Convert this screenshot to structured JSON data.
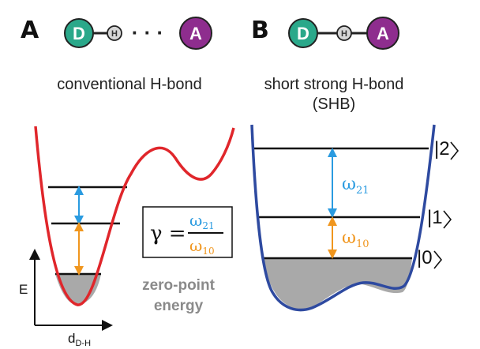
{
  "panel_a": {
    "letter": "A",
    "donor": "D",
    "hydrogen": "H",
    "dots": "· · ·",
    "acceptor": "A",
    "caption": "conventional H-bond"
  },
  "panel_b": {
    "letter": "B",
    "donor": "D",
    "hydrogen": "H",
    "acceptor": "A",
    "caption_line1": "short strong H-bond",
    "caption_line2": "(SHB)",
    "omega21": "ω",
    "omega21_sub": "21",
    "omega10": "ω",
    "omega10_sub": "10",
    "ket2": "|2",
    "ket1": "|1",
    "ket0": "|0"
  },
  "formula": {
    "gamma": "γ =",
    "num": "ω",
    "num_sub": "21",
    "den": "ω",
    "den_sub": "10"
  },
  "zero_point": {
    "line1": "zero-point",
    "line2": "energy"
  },
  "axes": {
    "y_label": "E",
    "x_label": "d",
    "x_label_sub": "D-H"
  },
  "colors": {
    "donor": "#2aa88a",
    "acceptor": "#8e2d8e",
    "hydrogen": "#d6d6d6",
    "curve_a": "#e0262b",
    "curve_b": "#2e4aa0",
    "omega21": "#2a9be0",
    "omega10": "#f0961e",
    "zpe_fill": "#a9a9a9",
    "zpe_text": "#8a8a8a"
  }
}
